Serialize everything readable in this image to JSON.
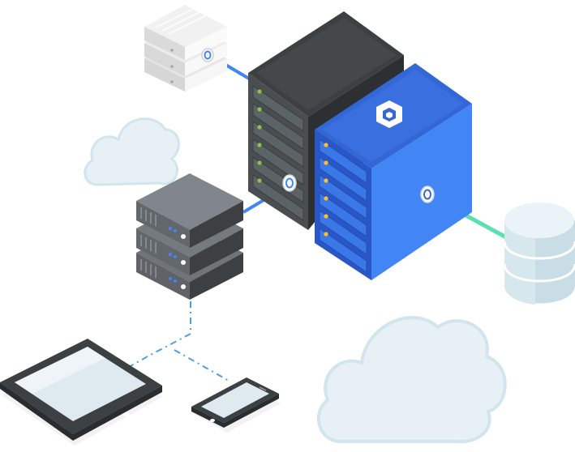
{
  "diagram": {
    "nodes": [
      {
        "id": "legacy-server",
        "kind": "rack-server",
        "icon": "server-icon",
        "color": "#e6e6e6"
      },
      {
        "id": "dark-rack",
        "kind": "rack-cabinet",
        "icon": "rack-icon",
        "color": "#3c4043",
        "slot_lights": 6,
        "light_color": "#8bc34a"
      },
      {
        "id": "gcp-rack",
        "kind": "rack-cabinet",
        "icon": "gcp-hexagon-icon",
        "color": "#4285f4",
        "slot_lights": 6,
        "light_color": "#fbc02d"
      },
      {
        "id": "local-server",
        "kind": "rack-server",
        "icon": "server-icon",
        "color": "#5f6368"
      },
      {
        "id": "database",
        "kind": "database",
        "icon": "database-icon",
        "color": "#d0e4ec"
      },
      {
        "id": "tablet",
        "kind": "device",
        "icon": "tablet-icon",
        "color": "#3c4043"
      },
      {
        "id": "phone",
        "kind": "device",
        "icon": "phone-icon",
        "color": "#3c4043"
      },
      {
        "id": "cloud-left",
        "kind": "decoration",
        "icon": "cloud-icon",
        "color": "#e3eef4"
      },
      {
        "id": "cloud-bottom",
        "kind": "decoration",
        "icon": "cloud-icon",
        "color": "#e3eef4"
      }
    ],
    "edges": [
      {
        "from": "legacy-server",
        "to": "dark-rack",
        "style": "solid",
        "color": "#4285f4"
      },
      {
        "from": "local-server",
        "to": "dark-rack",
        "style": "solid",
        "color": "#4285f4"
      },
      {
        "from": "gcp-rack",
        "to": "database",
        "style": "solid",
        "color": "#5ce0b0"
      },
      {
        "from": "local-server",
        "to": "tablet",
        "style": "dashed",
        "color": "#4aa3df"
      },
      {
        "from": "local-server",
        "to": "phone",
        "style": "dashed",
        "color": "#4aa3df"
      }
    ]
  }
}
